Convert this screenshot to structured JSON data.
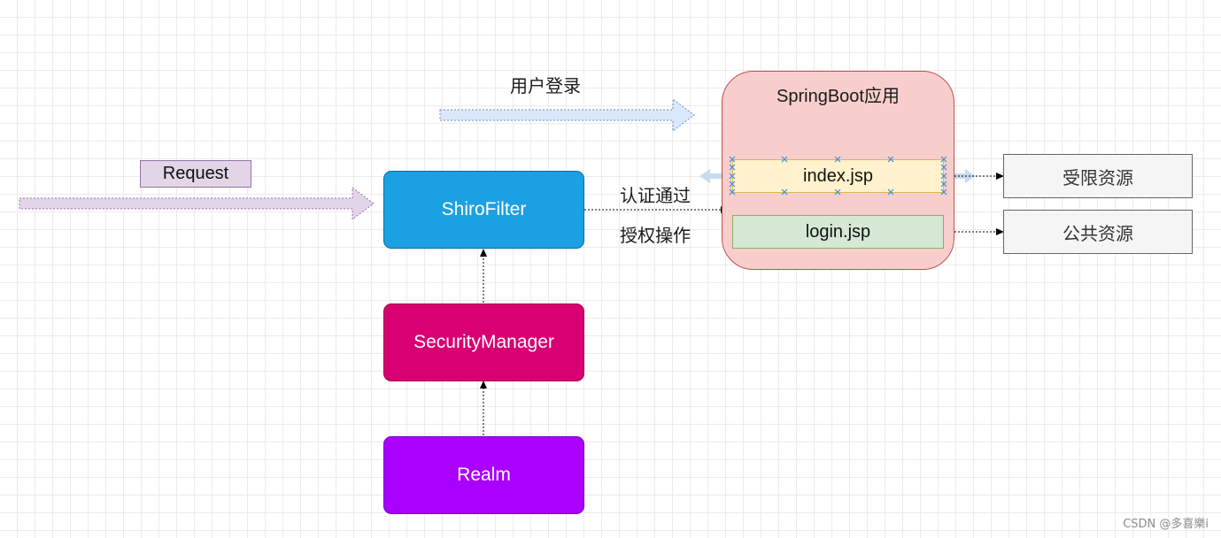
{
  "diagram": {
    "login_label": "用户登录",
    "request_label": "Request",
    "auth_label": "认证通过",
    "authz_label": "授权操作",
    "shiro_filter": "ShiroFilter",
    "security_manager": "SecurityManager",
    "realm": "Realm",
    "springboot_title": "SpringBoot应用",
    "index_page": "index.jsp",
    "login_page": "login.jsp",
    "restricted_resource": "受限资源",
    "public_resource": "公共资源",
    "watermark": "CSDN @多喜樂i"
  },
  "colors": {
    "shiro_filter_fill": "#1ba1e2",
    "security_manager_fill": "#d80073",
    "realm_fill": "#aa00ff",
    "springboot_fill": "#f8cecc",
    "springboot_border": "#b85450",
    "index_fill": "#fff2cc",
    "index_border": "#d6b656",
    "login_fill": "#d5e8d4",
    "login_border": "#82b366",
    "resource_fill": "#f5f5f5",
    "request_fill": "#e1d5e7",
    "request_border": "#9673a6",
    "login_arrow_fill": "#dae8fc",
    "login_arrow_border": "#6c8ebf"
  }
}
